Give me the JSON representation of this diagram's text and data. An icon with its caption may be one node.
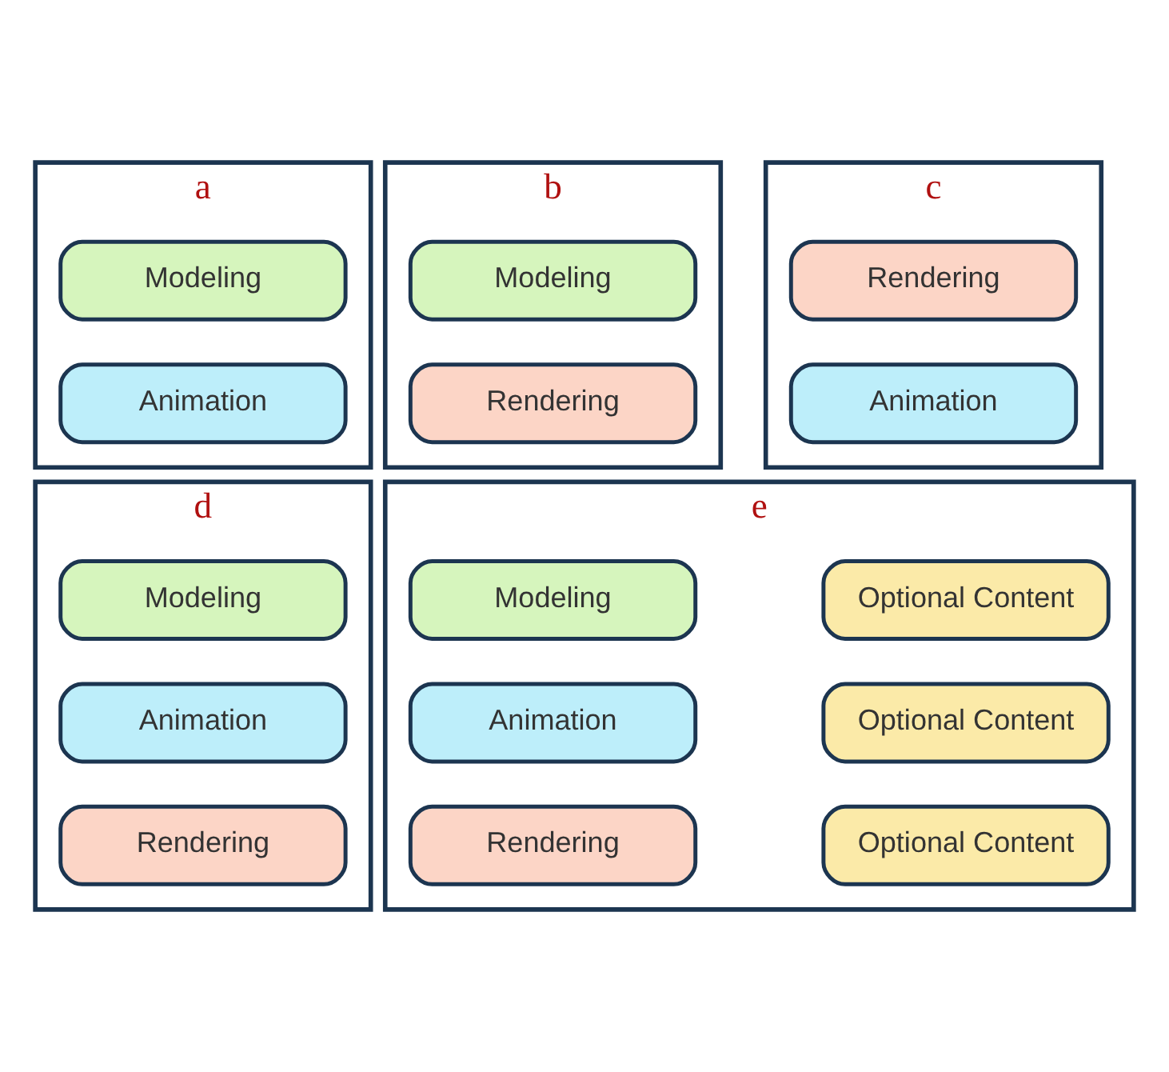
{
  "diagram": {
    "nodes": [
      {
        "text": [
          "a"
        ]
      },
      {
        "text": [
          "Modeling"
        ],
        "in": 0
      },
      {
        "text": [
          "Animation"
        ],
        "in": 0
      },
      {
        "text": [
          "b"
        ]
      },
      {
        "text": [
          "Modeling"
        ],
        "in": 3
      },
      {
        "text": [
          "Rendering"
        ],
        "in": 3
      },
      {
        "text": [
          "c"
        ]
      },
      {
        "text": [
          "Rendering"
        ],
        "in": 6
      },
      {
        "text": [
          "Animation"
        ],
        "in": 6
      },
      {
        "text": [
          "d"
        ]
      },
      {
        "text": [
          "Modeling"
        ],
        "in": 9
      },
      {
        "text": [
          "Animation"
        ],
        "in": 9
      },
      {
        "text": [
          "Rendering"
        ],
        "in": 9
      },
      {
        "text": [
          "e"
        ]
      },
      {
        "text": [
          "Modeling"
        ],
        "in": 13
      },
      {
        "text": [
          "Optional Content"
        ],
        "in": 13
      },
      {
        "text": [
          "Animation"
        ],
        "in": 13
      },
      {
        "text": [
          "Optional Content"
        ],
        "in": 13
      },
      {
        "text": [
          "Rendering"
        ],
        "in": 13
      },
      {
        "text": [
          "Optional Content"
        ],
        "in": 13
      }
    ],
    "edges": []
  }
}
